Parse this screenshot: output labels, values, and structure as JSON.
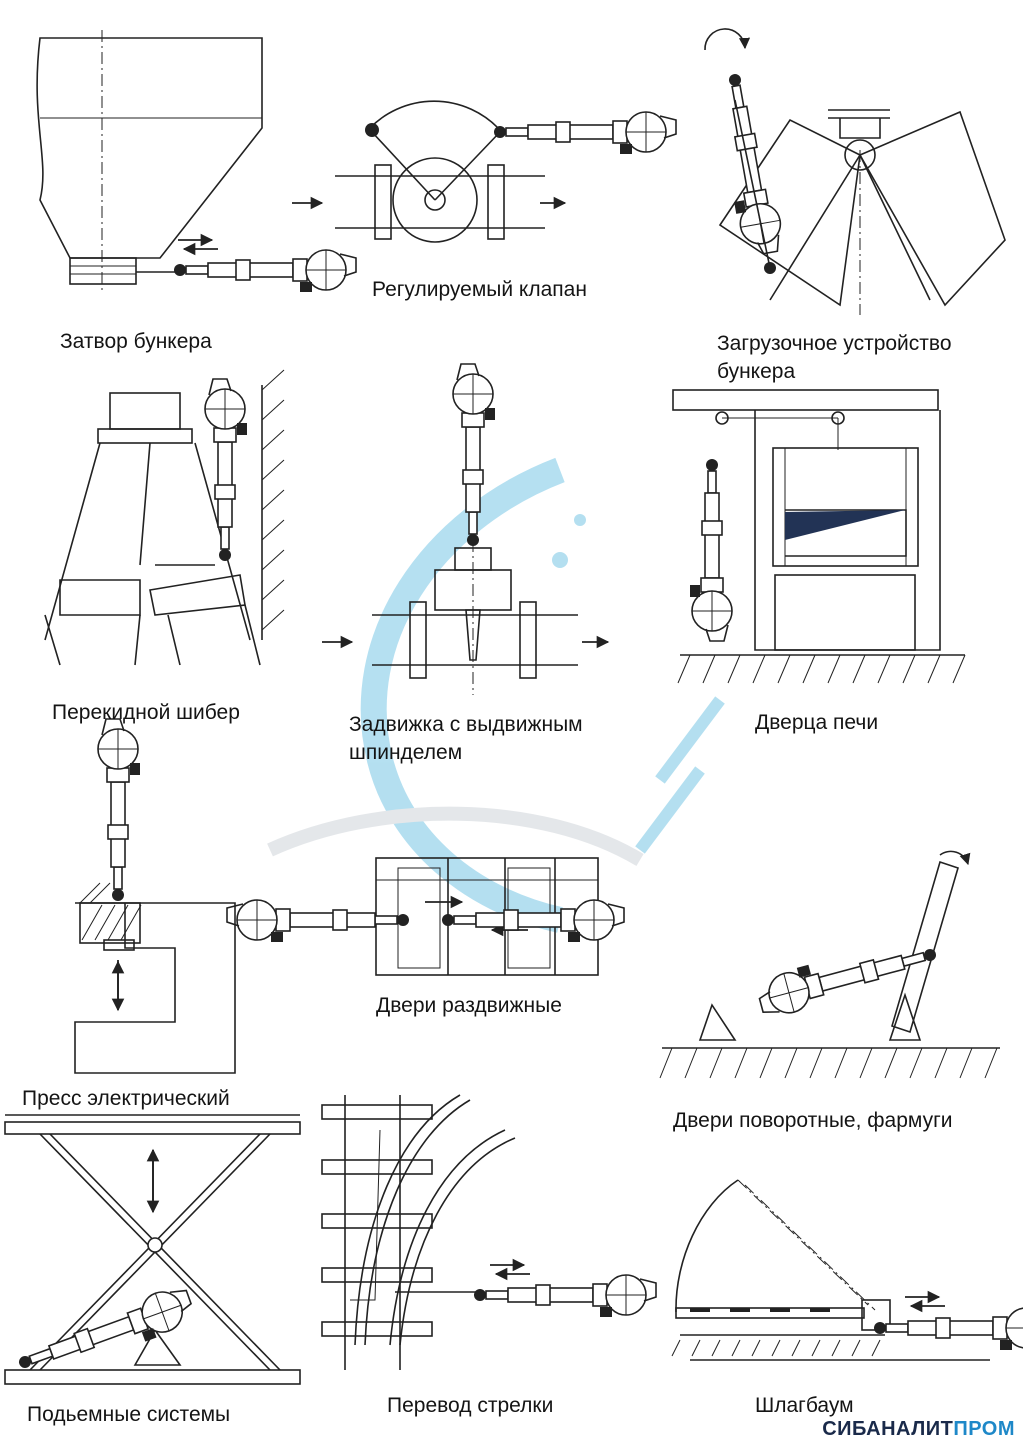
{
  "captions": {
    "hopper_gate": "Затвор бункера",
    "control_valve": "Регулируемый клапан",
    "hopper_loader_1": "Загрузочное устройство",
    "hopper_loader_2": "бункера",
    "diverter": "Перекидной шибер",
    "gate_valve_1": "Задвижка с выдвижным",
    "gate_valve_2": "шпинделем",
    "furnace_door": "Дверца печи",
    "press": "Пресс электрический",
    "sliding_doors": "Двери раздвижные",
    "swing_doors": "Двери поворотные, фармуги",
    "lift": "Подьемные системы",
    "rail_switch": "Перевод стрелки",
    "barrier": "Шлагбаум"
  },
  "brand": {
    "part1": "СИБАНАЛИТ",
    "part2": "ПРОМ"
  },
  "colors": {
    "line": "#222222",
    "watermark": "#2aa6d6",
    "brand_dark": "#1a2a4a",
    "brand_accent": "#1e88c8"
  }
}
